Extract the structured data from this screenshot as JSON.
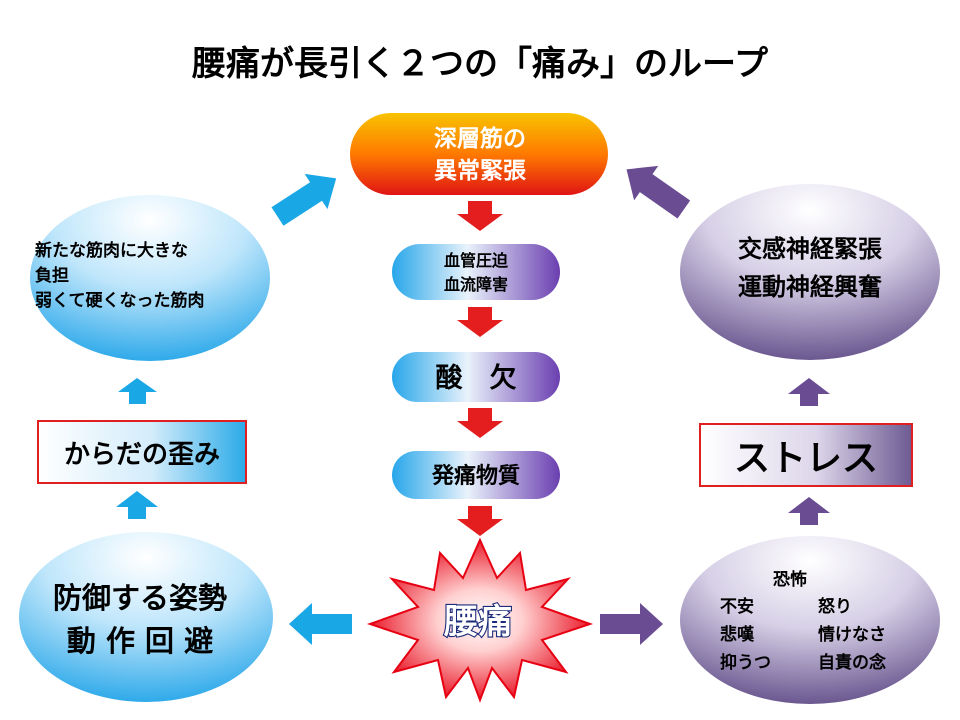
{
  "title": "腰痛が長引く２つの「痛み」のループ",
  "center": {
    "deep_muscle": [
      "深層筋の",
      "異常緊張"
    ],
    "blood": [
      "血管圧迫",
      "血流障害"
    ],
    "oxygen": "酸　欠",
    "pain_substance": "発痛物質",
    "lumbago": "腰痛"
  },
  "left": {
    "burden": [
      "新たな筋肉に大きな",
      "負担",
      "弱くて硬くなった筋肉"
    ],
    "distortion": "からだの歪み",
    "defense": [
      "防御する姿勢",
      "動 作 回 避"
    ]
  },
  "right": {
    "nerve": [
      "交感神経緊張",
      "運動神経興奮"
    ],
    "stress": "ストレス",
    "emotions": {
      "heading": "恐怖",
      "col1": [
        "不安",
        "悲嘆",
        "抑うつ"
      ],
      "col2": [
        "怒り",
        "情けなさ",
        "自責の念"
      ]
    }
  },
  "colors": {
    "red_arrow": "#e41e1e",
    "blue_arrow": "#1aa7e6",
    "purple_arrow": "#6a4c93",
    "highlight_border": "#e02020"
  }
}
